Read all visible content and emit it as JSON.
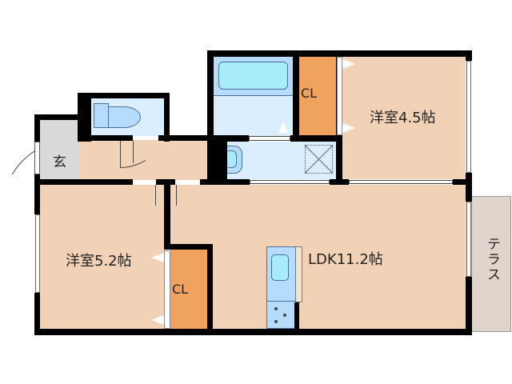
{
  "floor_plan": {
    "rooms": [
      {
        "id": "genkan",
        "label": "玄"
      },
      {
        "id": "western_room_1",
        "label": "洋室4.5帖"
      },
      {
        "id": "western_room_2",
        "label": "洋室5.2帖"
      },
      {
        "id": "ldk",
        "label": "LDK11.2帖"
      },
      {
        "id": "closet_1",
        "label": "CL"
      },
      {
        "id": "closet_2",
        "label": "CL"
      },
      {
        "id": "terrace",
        "label": "テラス"
      }
    ],
    "fixtures": [
      "toilet",
      "bathtub",
      "washbasin",
      "washing-machine-space",
      "kitchen-sink",
      "stove"
    ],
    "colors": {
      "room_fill": "#f2d2b6",
      "wet_area_fill": "#dbeefd",
      "fixture_fill": "#b5dcfa",
      "tub_fill": "#a8ecfb",
      "closet_fill": "#f0a35e",
      "genkan_fill": "#d9d9d9",
      "terrace_fill": "#e0d5cc",
      "wall": "#000000"
    }
  }
}
